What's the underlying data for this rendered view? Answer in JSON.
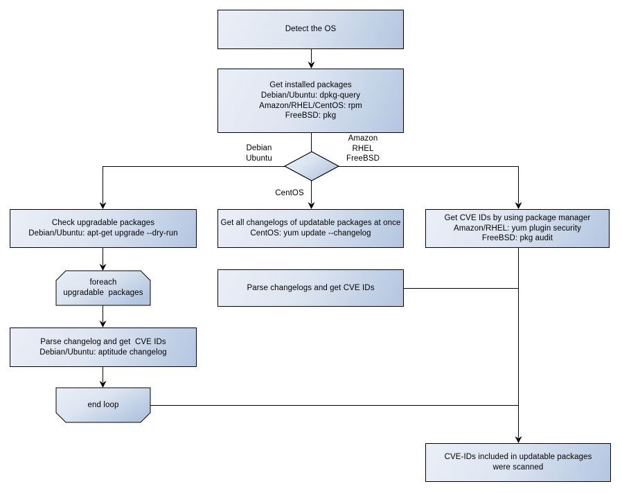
{
  "diagram": {
    "type": "flowchart",
    "nodes": {
      "detect_os": "Detect the OS",
      "get_installed_packages": "Get installed packages\nDebian/Ubuntu: dpkg-query\nAmazon/RHEL/CentOS: rpm\nFreeBSD: pkg",
      "check_upgradable": "Check upgradable packages\nDebian/Ubuntu: apt-get upgrade --dry-run",
      "foreach_loop": "foreach\nupgradable  packages",
      "parse_changelog_debian": "Parse changelog and get  CVE IDs\nDebian/Ubuntu: aptitude changelog",
      "end_loop": "end loop",
      "get_all_changelogs": "Get all changelogs of updatable packages at once\nCentOS: yum update --changelog",
      "parse_changelogs_centos": "Parse changelogs and get CVE IDs",
      "get_cve_ids_pkg_manager": "Get CVE IDs by using package manager\nAmazon/RHEL: yum plugin security\nFreeBSD: pkg audit",
      "scan_result": "CVE-IDs included in updatable packages\nwere scanned"
    },
    "edge_labels": {
      "left_branch": "Debian\nUbuntu",
      "right_branch": "Amazon\nRHEL\nFreeBSD",
      "down_branch": "CentOS"
    },
    "colors": {
      "node_fill_light": "#eaeff7",
      "node_fill_dark": "#b3c6e0",
      "node_border": "#000000",
      "connector": "#000000",
      "background": "#ffffff"
    }
  }
}
